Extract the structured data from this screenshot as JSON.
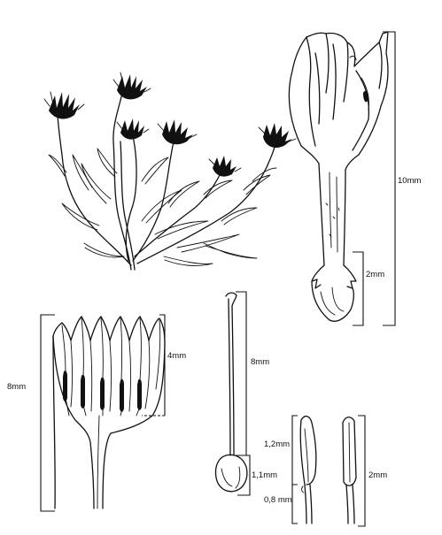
{
  "scale_labels": {
    "corolla_tube_length": "10mm",
    "corolla_base_length": "2mm",
    "opened_corolla_length": "8mm",
    "lobe_length": "4mm",
    "style_length": "8mm",
    "anther_length": "1,2mm",
    "ovary_length": "1,1mm",
    "filament_length": "0,8 mm",
    "stamen_length": "2mm"
  }
}
